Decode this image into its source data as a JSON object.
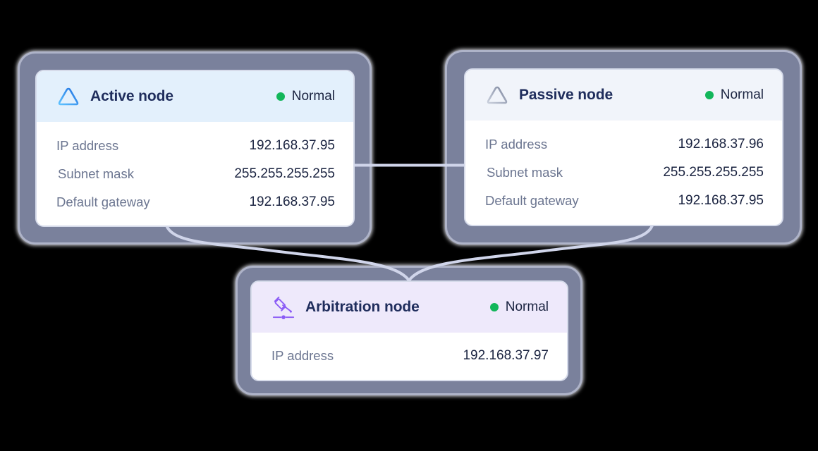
{
  "theme": {
    "background": "#000000",
    "connector_color": "#d0d5ea",
    "status_ok_color": "#12b65a",
    "active_header_bg": "#e3f0fc",
    "passive_header_bg": "#f1f4fa",
    "arbitration_header_bg": "#eee9fb",
    "title_color": "#1f2d5c",
    "label_color": "#6b7590",
    "value_color": "#1a2340"
  },
  "nodes": {
    "active": {
      "title": "Active node",
      "icon": "triangle-icon-blue",
      "status": "Normal",
      "rows": [
        {
          "label": "IP address",
          "value": "192.168.37.95"
        },
        {
          "label": "Subnet mask",
          "value": "255.255.255.255"
        },
        {
          "label": "Default gateway",
          "value": "192.168.37.95"
        }
      ]
    },
    "passive": {
      "title": "Passive node",
      "icon": "triangle-icon-gray",
      "status": "Normal",
      "rows": [
        {
          "label": "IP address",
          "value": "192.168.37.96"
        },
        {
          "label": "Subnet mask",
          "value": "255.255.255.255"
        },
        {
          "label": "Default gateway",
          "value": "192.168.37.95"
        }
      ]
    },
    "arbitration": {
      "title": "Arbitration node",
      "icon": "gavel-icon",
      "status": "Normal",
      "rows": [
        {
          "label": "IP address",
          "value": "192.168.37.97"
        }
      ]
    }
  }
}
